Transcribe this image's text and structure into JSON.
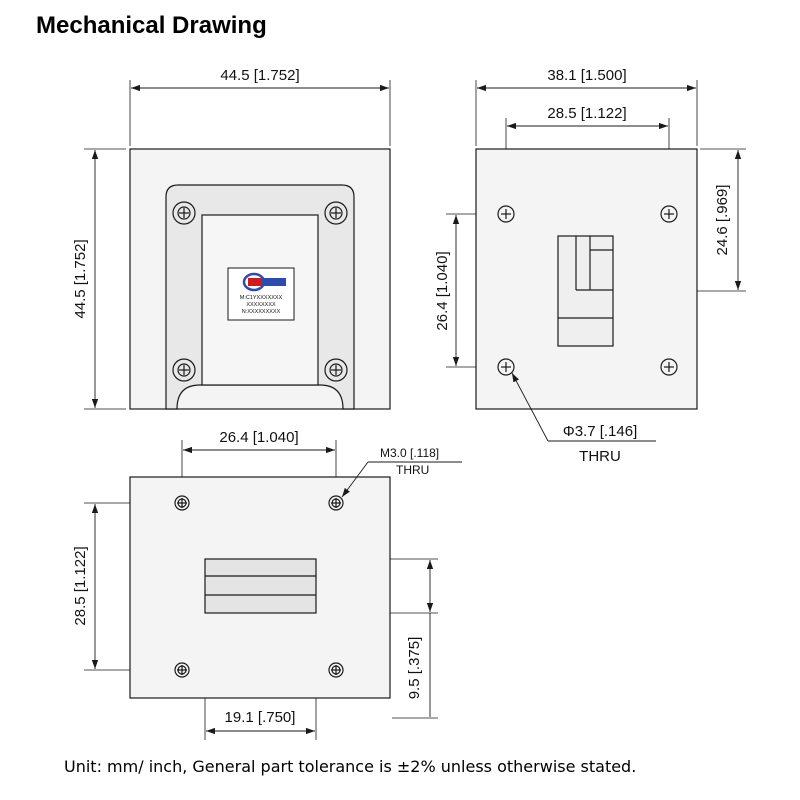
{
  "title": "Mechanical Drawing",
  "footer_note": "Unit: mm/ inch, General part tolerance is ±2% unless otherwise stated.",
  "front_view": {
    "width_dim": "44.5 [1.752]",
    "height_dim": "44.5 [1.752]",
    "label_lines": [
      "M:C1YXXXXXXX",
      "XXXXXXXX",
      "N:XXXXXXXXX"
    ]
  },
  "side_view": {
    "width_dim": "38.1 [1.500]",
    "hole_spacing_dim": "28.5 [1.122]",
    "right_height_dim": "24.6 [.969]",
    "left_height_dim": "26.4 [1.040]",
    "hole_callout": "Φ3.7 [.146]",
    "hole_callout_sub": "THRU"
  },
  "bottom_view": {
    "hole_spacing_dim": "26.4 [1.040]",
    "thread_callout": "M3.0 [.118]",
    "thread_callout_sub": "THRU",
    "height_dim": "28.5 [1.122]",
    "right_dim": "9.5 [.375]",
    "connector_width_dim": "19.1 [.750]"
  },
  "colors": {
    "line": "#1a1a1a",
    "panel": "#f1f1f1",
    "logo_blue": "#2b4bb0",
    "logo_red": "#d11b1b"
  }
}
